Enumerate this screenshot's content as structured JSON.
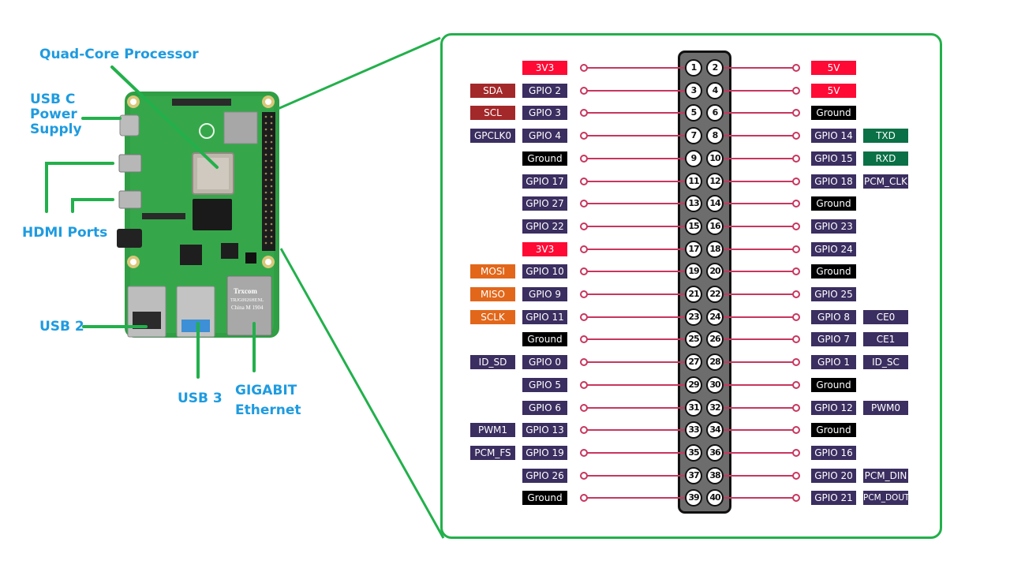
{
  "board": {
    "callouts": {
      "processor": "Quad-Core Processor",
      "power": [
        "USB C",
        "Power",
        "Supply"
      ],
      "hdmi": "HDMI Ports",
      "usb2": "USB 2",
      "usb3": "USB 3",
      "ethernet": [
        "GIGABIT",
        "Ethernet"
      ]
    },
    "chip_text": [
      "Trxcom",
      "TRJG0926HENL",
      "China M 1904"
    ]
  },
  "colors": {
    "power3v3": "#ff0a35",
    "power5v": "#ff0a35",
    "ground": "#000000",
    "gpio": "#3b2e60",
    "i2c": "#a3282a",
    "spi": "#e2671a",
    "uart": "#0a7046",
    "other": "#3b2e60",
    "wire": "#c8365e",
    "frame": "#22b04b"
  },
  "pinout": {
    "left": [
      {
        "pin": "1",
        "name": "3V3",
        "type": "power3v3",
        "alt": ""
      },
      {
        "pin": "3",
        "name": "GPIO 2",
        "type": "gpio",
        "alt": "SDA",
        "alt_type": "i2c"
      },
      {
        "pin": "5",
        "name": "GPIO 3",
        "type": "gpio",
        "alt": "SCL",
        "alt_type": "i2c"
      },
      {
        "pin": "7",
        "name": "GPIO 4",
        "type": "gpio",
        "alt": "GPCLK0",
        "alt_type": "other"
      },
      {
        "pin": "9",
        "name": "Ground",
        "type": "ground",
        "alt": ""
      },
      {
        "pin": "11",
        "name": "GPIO 17",
        "type": "gpio",
        "alt": ""
      },
      {
        "pin": "13",
        "name": "GPIO 27",
        "type": "gpio",
        "alt": ""
      },
      {
        "pin": "15",
        "name": "GPIO 22",
        "type": "gpio",
        "alt": ""
      },
      {
        "pin": "17",
        "name": "3V3",
        "type": "power3v3",
        "alt": ""
      },
      {
        "pin": "19",
        "name": "GPIO 10",
        "type": "gpio",
        "alt": "MOSI",
        "alt_type": "spi"
      },
      {
        "pin": "21",
        "name": "GPIO 9",
        "type": "gpio",
        "alt": "MISO",
        "alt_type": "spi"
      },
      {
        "pin": "23",
        "name": "GPIO 11",
        "type": "gpio",
        "alt": "SCLK",
        "alt_type": "spi"
      },
      {
        "pin": "25",
        "name": "Ground",
        "type": "ground",
        "alt": ""
      },
      {
        "pin": "27",
        "name": "GPIO 0",
        "type": "gpio",
        "alt": "ID_SD",
        "alt_type": "other"
      },
      {
        "pin": "29",
        "name": "GPIO 5",
        "type": "gpio",
        "alt": ""
      },
      {
        "pin": "31",
        "name": "GPIO 6",
        "type": "gpio",
        "alt": ""
      },
      {
        "pin": "33",
        "name": "GPIO 13",
        "type": "gpio",
        "alt": "PWM1",
        "alt_type": "other"
      },
      {
        "pin": "35",
        "name": "GPIO 19",
        "type": "gpio",
        "alt": "PCM_FS",
        "alt_type": "other"
      },
      {
        "pin": "37",
        "name": "GPIO 26",
        "type": "gpio",
        "alt": ""
      },
      {
        "pin": "39",
        "name": "Ground",
        "type": "ground",
        "alt": ""
      }
    ],
    "right": [
      {
        "pin": "2",
        "name": "5V",
        "type": "power5v",
        "alt": ""
      },
      {
        "pin": "4",
        "name": "5V",
        "type": "power5v",
        "alt": ""
      },
      {
        "pin": "6",
        "name": "Ground",
        "type": "ground",
        "alt": ""
      },
      {
        "pin": "8",
        "name": "GPIO 14",
        "type": "gpio",
        "alt": "TXD",
        "alt_type": "uart"
      },
      {
        "pin": "10",
        "name": "GPIO 15",
        "type": "gpio",
        "alt": "RXD",
        "alt_type": "uart"
      },
      {
        "pin": "12",
        "name": "GPIO 18",
        "type": "gpio",
        "alt": "PCM_CLK",
        "alt_type": "other"
      },
      {
        "pin": "14",
        "name": "Ground",
        "type": "ground",
        "alt": ""
      },
      {
        "pin": "16",
        "name": "GPIO 23",
        "type": "gpio",
        "alt": ""
      },
      {
        "pin": "18",
        "name": "GPIO 24",
        "type": "gpio",
        "alt": ""
      },
      {
        "pin": "20",
        "name": "Ground",
        "type": "ground",
        "alt": ""
      },
      {
        "pin": "22",
        "name": "GPIO 25",
        "type": "gpio",
        "alt": ""
      },
      {
        "pin": "24",
        "name": "GPIO 8",
        "type": "gpio",
        "alt": "CE0",
        "alt_type": "other"
      },
      {
        "pin": "26",
        "name": "GPIO 7",
        "type": "gpio",
        "alt": "CE1",
        "alt_type": "other"
      },
      {
        "pin": "28",
        "name": "GPIO 1",
        "type": "gpio",
        "alt": "ID_SC",
        "alt_type": "other"
      },
      {
        "pin": "30",
        "name": "Ground",
        "type": "ground",
        "alt": ""
      },
      {
        "pin": "32",
        "name": "GPIO 12",
        "type": "gpio",
        "alt": "PWM0",
        "alt_type": "other"
      },
      {
        "pin": "34",
        "name": "Ground",
        "type": "ground",
        "alt": ""
      },
      {
        "pin": "36",
        "name": "GPIO 16",
        "type": "gpio",
        "alt": ""
      },
      {
        "pin": "38",
        "name": "GPIO 20",
        "type": "gpio",
        "alt": "PCM_DIN",
        "alt_type": "other"
      },
      {
        "pin": "40",
        "name": "GPIO 21",
        "type": "gpio",
        "alt": "PCM_DOUT",
        "alt_type": "other"
      }
    ]
  }
}
